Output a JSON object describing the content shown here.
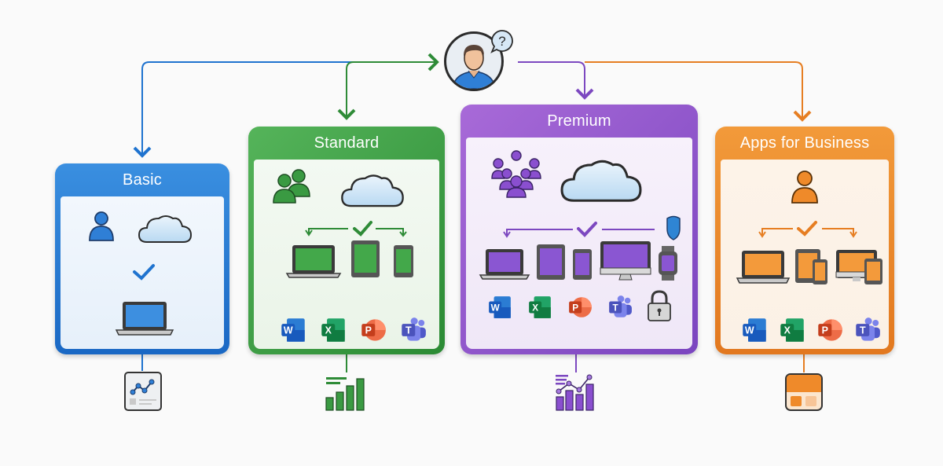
{
  "diagram": {
    "hub": {
      "icon": "user-question-icon",
      "label": ""
    },
    "colors": {
      "basic": "#1f73cf",
      "standard": "#2e8b37",
      "premium": "#7c48c0",
      "apps": "#e67e22"
    },
    "plans": [
      {
        "id": "basic",
        "title": "Basic",
        "users_icon": "single-user-icon",
        "features": [
          "cloud-icon",
          "checkmark-icon"
        ],
        "devices": [
          "laptop-icon"
        ],
        "apps": [],
        "report_icon": "line-chart-report-icon"
      },
      {
        "id": "standard",
        "title": "Standard",
        "users_icon": "two-users-icon",
        "features": [
          "cloud-icon",
          "checkmark-icon"
        ],
        "devices": [
          "laptop-icon",
          "tablet-icon",
          "phone-icon"
        ],
        "apps": [
          "W",
          "X",
          "P",
          "T"
        ],
        "report_icon": "bar-chart-icon"
      },
      {
        "id": "premium",
        "title": "Premium",
        "users_icon": "user-group-icon",
        "features": [
          "cloud-icon",
          "checkmark-icon",
          "shield-icon",
          "lock-icon"
        ],
        "devices": [
          "laptop-icon",
          "tablet-icon",
          "phone-icon",
          "desktop-icon",
          "watch-icon"
        ],
        "apps": [
          "W",
          "X",
          "P",
          "T"
        ],
        "report_icon": "bar-line-chart-icon"
      },
      {
        "id": "apps",
        "title": "Apps for Business",
        "users_icon": "single-user-icon",
        "features": [
          "checkmark-icon"
        ],
        "devices": [
          "laptop-icon",
          "tablet-phone-icon",
          "desktop-tablet-icon"
        ],
        "apps": [
          "W",
          "X",
          "P",
          "T"
        ],
        "report_icon": "dashboard-layout-icon"
      }
    ],
    "app_names": {
      "W": "Word",
      "X": "Excel",
      "P": "PowerPoint",
      "T": "Teams"
    },
    "question_mark": "?"
  }
}
